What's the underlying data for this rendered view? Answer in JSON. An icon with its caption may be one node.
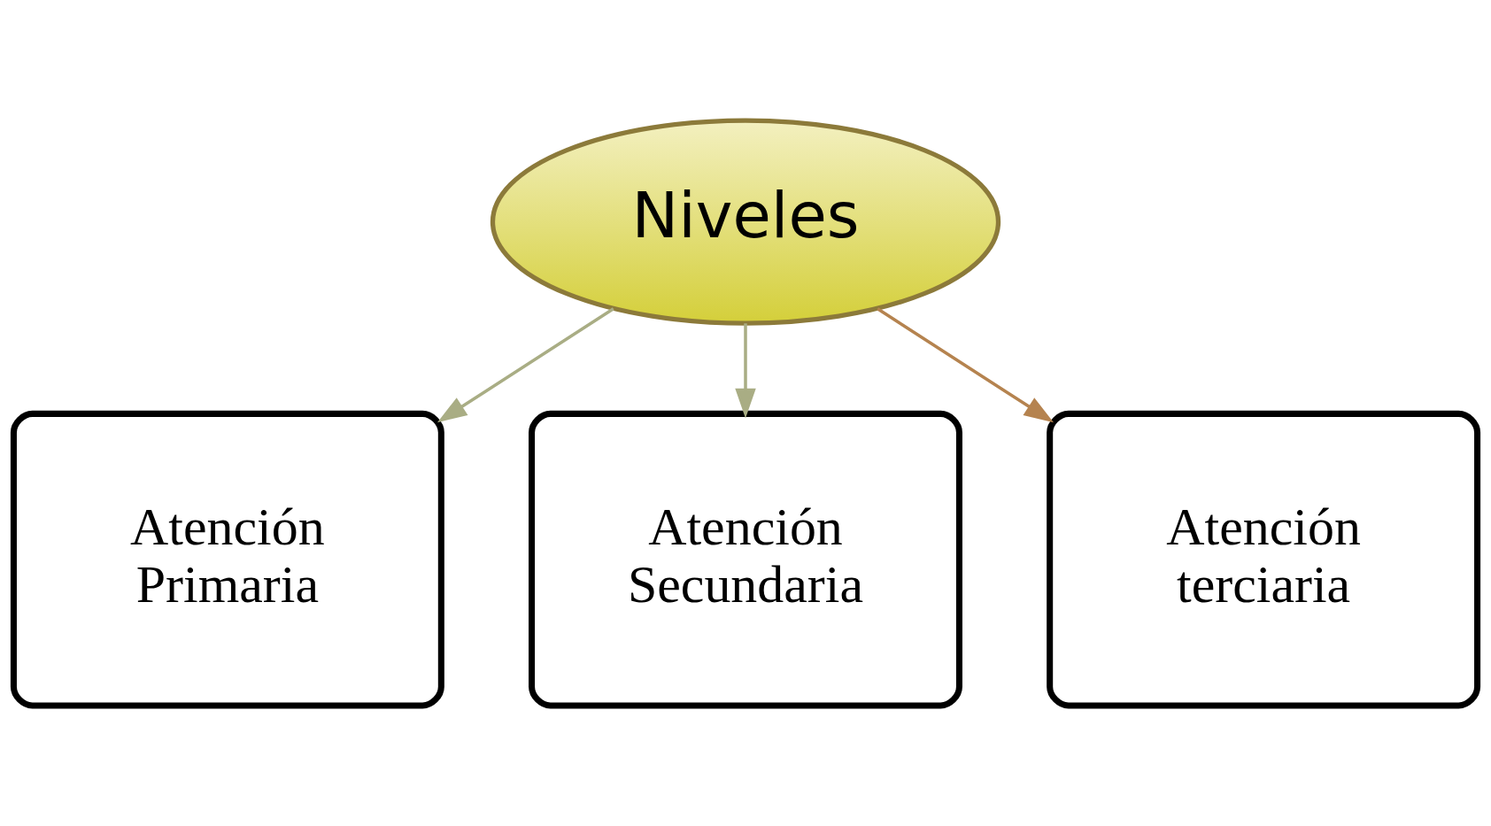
{
  "diagram": {
    "nodes": [
      {
        "text": [
          "Niveles"
        ]
      },
      {
        "text": [
          "Atención Primaria"
        ]
      },
      {
        "text": [
          "Atención Secundaria"
        ]
      },
      {
        "text": [
          "Atención terciaria"
        ]
      }
    ],
    "edges": [
      {
        "from": 0,
        "to": 1,
        "arrow": "to"
      },
      {
        "from": 0,
        "to": 2,
        "arrow": "to"
      },
      {
        "from": 0,
        "to": 3,
        "arrow": "to",
        "color": "#b5834f"
      }
    ]
  }
}
